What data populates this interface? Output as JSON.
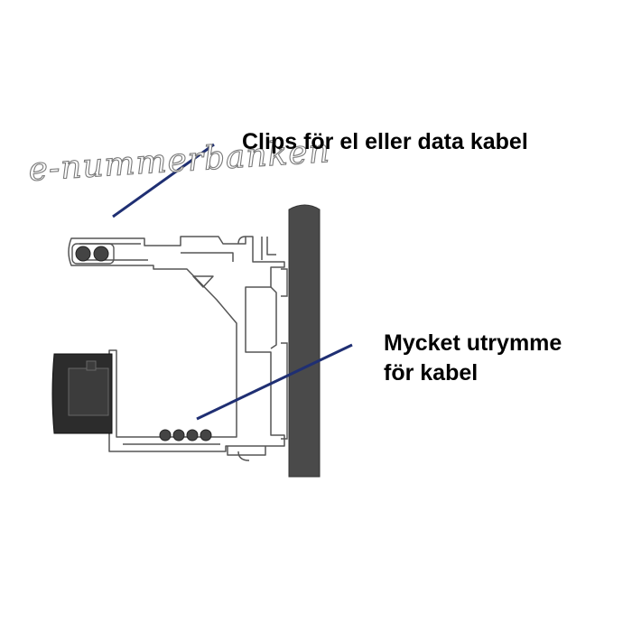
{
  "diagram": {
    "callouts": [
      {
        "id": "clips",
        "text": "Clips för el eller data kabel"
      },
      {
        "id": "space",
        "lines": [
          "Mycket utrymme",
          "för kabel"
        ]
      }
    ],
    "watermark": "e-nummerbanken",
    "colors": {
      "outline": "#555555",
      "leader_line": "#1f2f73",
      "wall": "#4a4a4a",
      "cable": "#444444",
      "device": "#2c2c2c"
    }
  }
}
